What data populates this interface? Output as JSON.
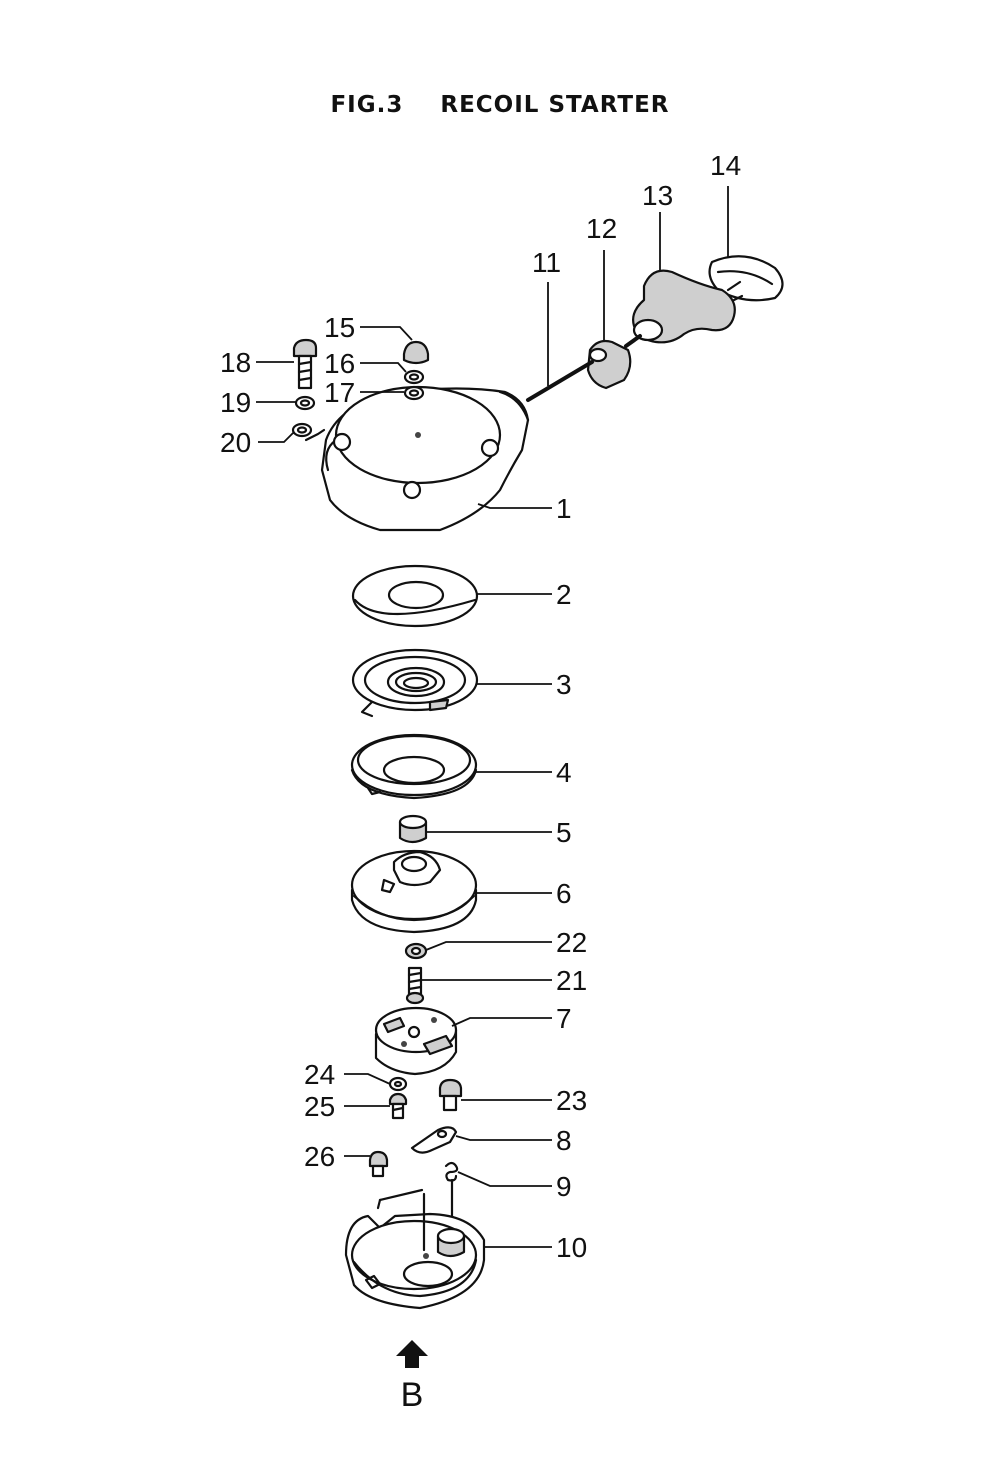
{
  "figure": {
    "title_fig": "FIG.3",
    "title_name": "RECOIL STARTER",
    "view_letter": "B"
  },
  "callouts": [
    {
      "id": "1",
      "text": "1"
    },
    {
      "id": "2",
      "text": "2"
    },
    {
      "id": "3",
      "text": "3"
    },
    {
      "id": "4",
      "text": "4"
    },
    {
      "id": "5",
      "text": "5"
    },
    {
      "id": "6",
      "text": "6"
    },
    {
      "id": "7",
      "text": "7"
    },
    {
      "id": "8",
      "text": "8"
    },
    {
      "id": "9",
      "text": "9"
    },
    {
      "id": "10",
      "text": "10"
    },
    {
      "id": "11",
      "text": "11"
    },
    {
      "id": "12",
      "text": "12"
    },
    {
      "id": "13",
      "text": "13"
    },
    {
      "id": "14",
      "text": "14"
    },
    {
      "id": "15",
      "text": "15"
    },
    {
      "id": "16",
      "text": "16"
    },
    {
      "id": "17",
      "text": "17"
    },
    {
      "id": "18",
      "text": "18"
    },
    {
      "id": "19",
      "text": "19"
    },
    {
      "id": "20",
      "text": "20"
    },
    {
      "id": "21",
      "text": "21"
    },
    {
      "id": "22",
      "text": "22"
    },
    {
      "id": "23",
      "text": "23"
    },
    {
      "id": "24",
      "text": "24"
    },
    {
      "id": "25",
      "text": "25"
    },
    {
      "id": "26",
      "text": "26"
    }
  ],
  "colors": {
    "ink": "#111111",
    "paper": "#ffffff",
    "shade": "#cfcfcf"
  }
}
